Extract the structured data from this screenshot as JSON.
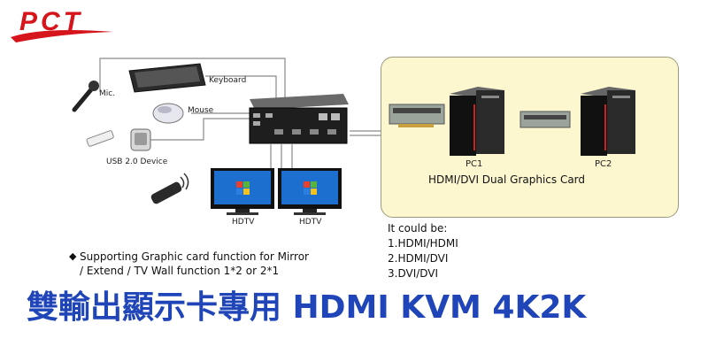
{
  "logo": {
    "text": "PCT"
  },
  "devices": {
    "mic": "Mic.",
    "keyboard": "Keyboard",
    "mouse": "Mouse",
    "usb": "USB 2.0 Device",
    "hdtv_left": "HDTV",
    "hdtv_right": "HDTV"
  },
  "panel": {
    "pc1": "PC1",
    "pc2": "PC2",
    "caption": "HDMI/DVI Dual Graphics Card"
  },
  "could_be": {
    "heading": "It could be:",
    "items": [
      "1.HDMI/HDMI",
      "2.HDMI/DVI",
      "3.DVI/DVI"
    ]
  },
  "bullet": {
    "line1": "Supporting Graphic card function for Mirror",
    "line2": "/ Extend / TV Wall function 1*2 or 2*1"
  },
  "headline": "雙輸出顯示卡專用 HDMI KVM 4K2K",
  "colors": {
    "brand_red": "#d6141c",
    "headline_blue": "#1f45b8",
    "panel_fill": "#fdf7d0"
  }
}
